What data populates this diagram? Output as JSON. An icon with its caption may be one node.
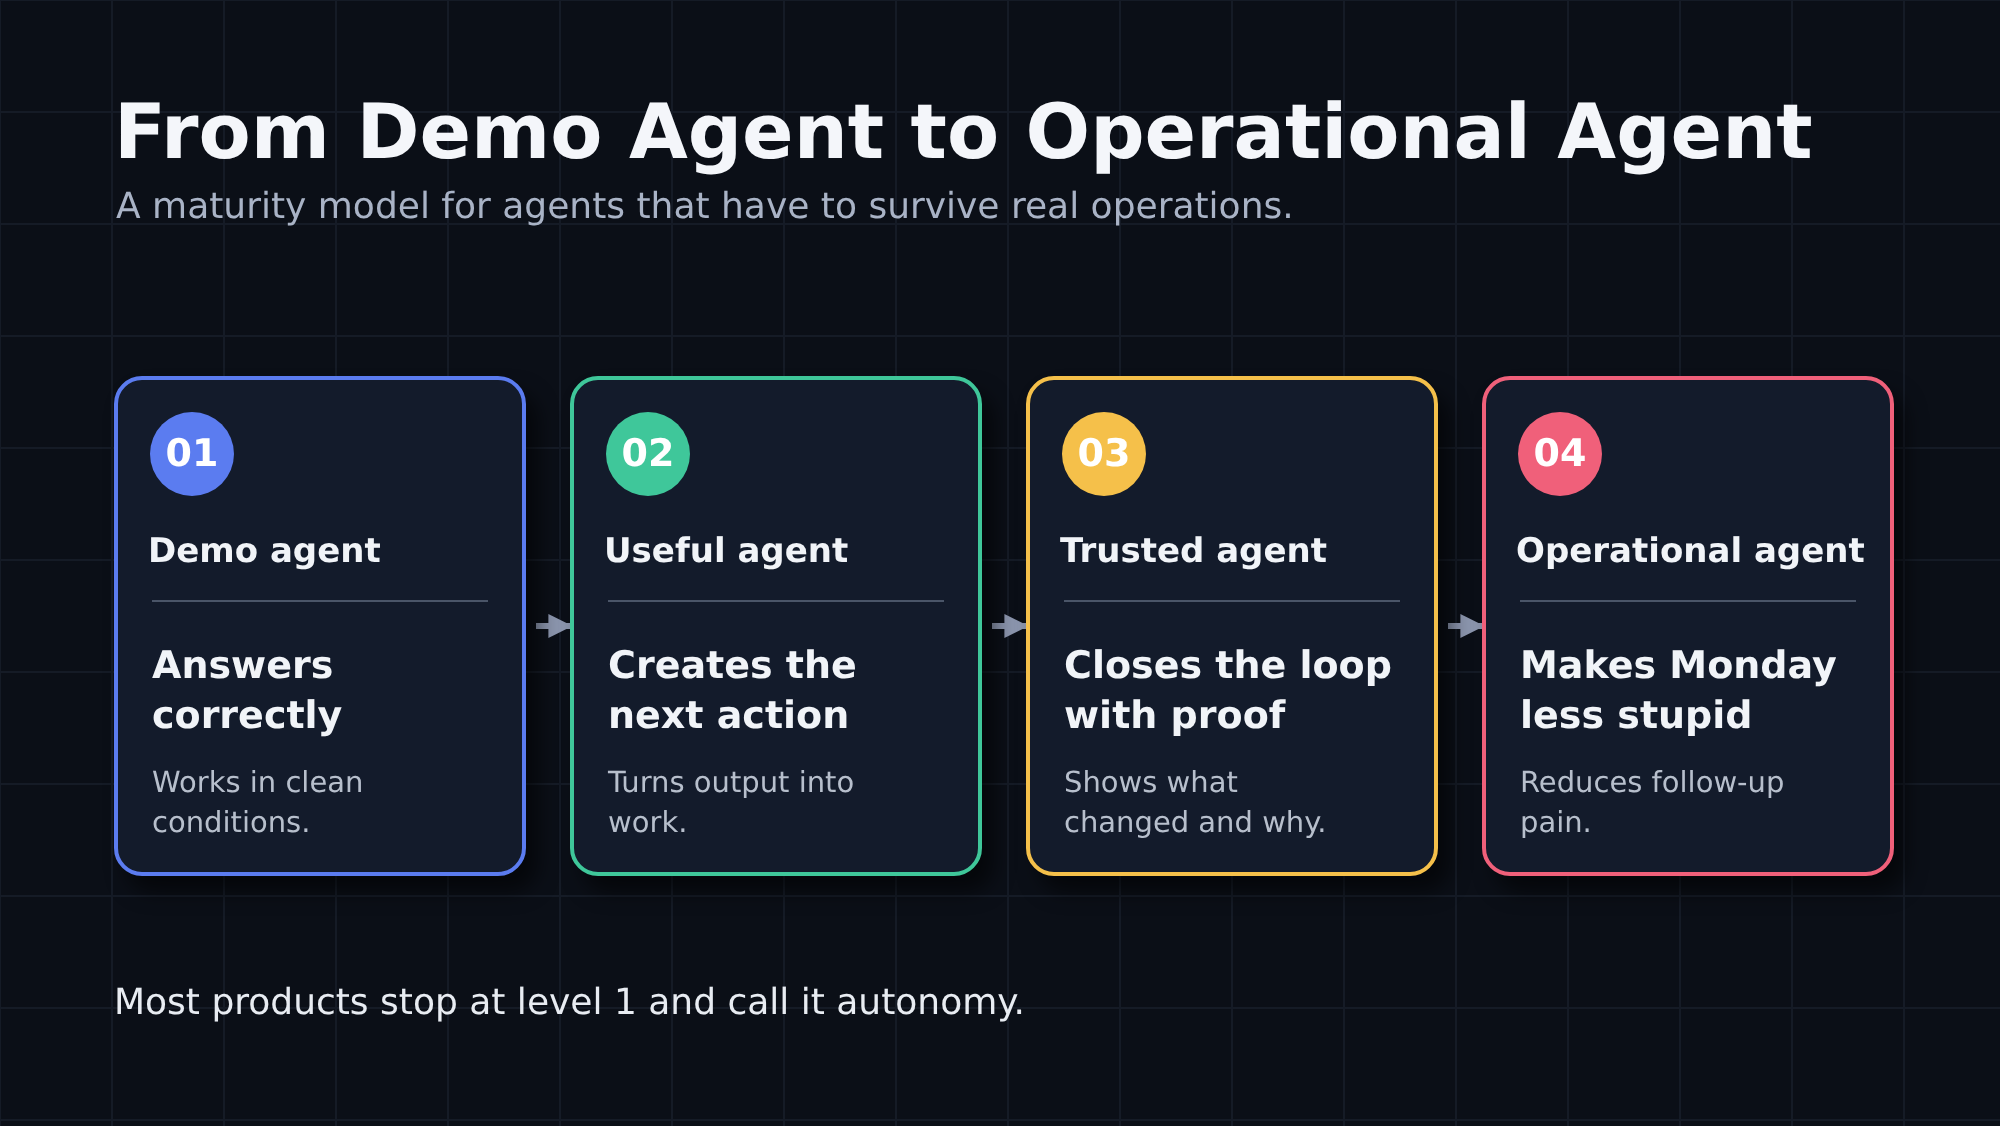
{
  "diagram": {
    "title": "From Demo Agent to Operational Agent",
    "nodes": [
      {
        "text": [
          "01",
          "Demo agent",
          "Answers correctly",
          "Works in clean conditions."
        ]
      },
      {
        "text": [
          "02",
          "Useful agent",
          "Creates the next action",
          "Turns output into work."
        ]
      },
      {
        "text": [
          "03",
          "Trusted agent",
          "Closes the loop with proof",
          "Shows what changed and why."
        ]
      },
      {
        "text": [
          "04",
          "Operational agent",
          "Makes Monday less stupid",
          "Reduces follow-up pain."
        ]
      }
    ],
    "edges": [
      {
        "from": 0,
        "to": 1,
        "arrow": "to"
      },
      {
        "from": 1,
        "to": 2,
        "arrow": "to"
      },
      {
        "from": 2,
        "to": 3,
        "arrow": "to"
      }
    ],
    "labels": [
      "A maturity model for agents that have to survive real operations.",
      "Most products stop at level 1 and call it autonomy."
    ]
  }
}
